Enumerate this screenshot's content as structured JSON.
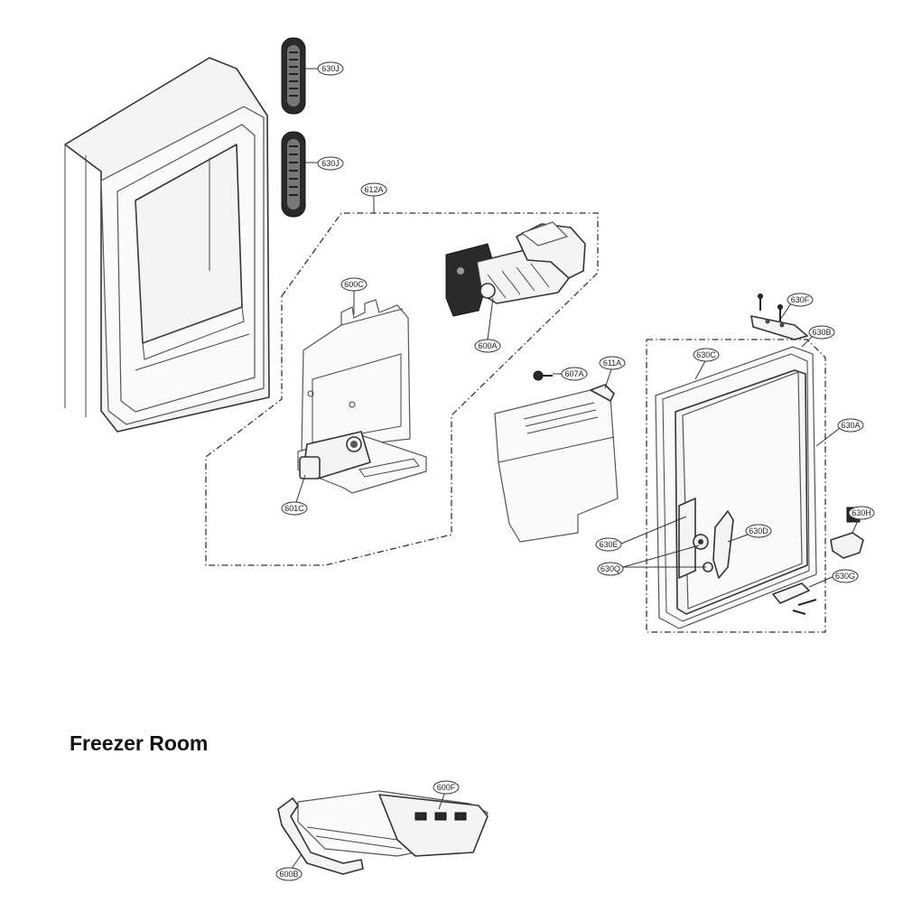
{
  "section_title": "Freezer Room",
  "callouts": {
    "c630J_top": "630J",
    "c630J_bottom": "630J",
    "c612A": "612A",
    "c600C": "600C",
    "c600A": "600A",
    "c601C": "601C",
    "c607A": "607A",
    "c611A": "611A",
    "c630F": "630F",
    "c630B": "630B",
    "c630C": "630C",
    "c630A": "630A",
    "c630H": "630H",
    "c630D": "630D",
    "c630E": "630E",
    "c630Q": "630Q",
    "c630G": "630G",
    "c600F": "600F",
    "c600B": "600B"
  }
}
